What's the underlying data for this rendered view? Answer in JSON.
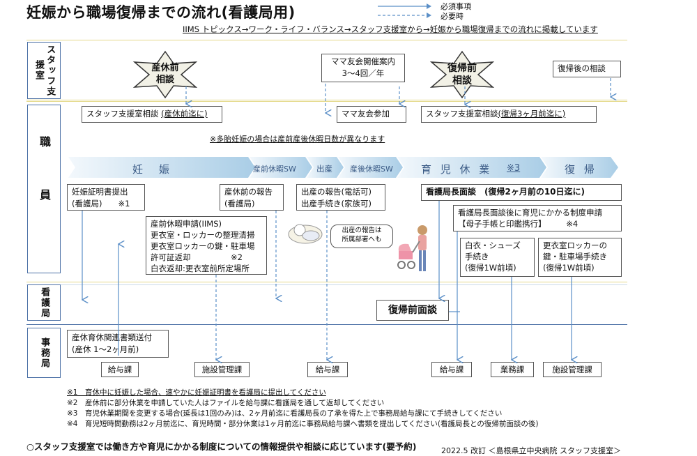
{
  "title": "妊娠から職場復帰までの流れ(看護局用)",
  "legend": {
    "required": "必須事項",
    "as_needed": "必要時"
  },
  "subheader": "IIMS トピックス→ワーク・ライフ・バランス→スタッフ支援室から→妊娠から職場復帰までの流れに掲載しています",
  "rows": {
    "staff": "スタッフ支援室",
    "employee": "職員",
    "nursing": "看護局",
    "office": "事務局"
  },
  "staff_row": {
    "star1": "産休前\n相談",
    "party": "ママ友会開催案内\n3～4回／年",
    "star2": "復帰前\n相談",
    "after": "復帰後の相談"
  },
  "consult1": {
    "prefix": "スタッフ支援室相談",
    "paren": "(産休前迄に)"
  },
  "mama": "ママ友会参加",
  "consult2": {
    "prefix": "スタッフ支援室相談",
    "paren": "(復帰3ヶ月前迄に)"
  },
  "twins_note": "※多胎妊娠の場合は産前産後休暇日数が異なります",
  "phases": {
    "pregnancy": "妊　娠",
    "prenatal": "産前休暇SW",
    "birth": "出産",
    "postnatal": "産後休暇SW",
    "childcare": "育 児 休 業",
    "childcare_ref": "※3",
    "return": "復 帰"
  },
  "boxes": {
    "cert": "妊娠証明書提出\n(看護局)　　※1",
    "leave_app": "産前休暇申請(IIMS)\n更衣室・ロッカーの整理清掃\n更衣室ロッカーの鍵・駐車場\n許可証返却　　　　　※2\n白衣返却:更衣室前所定場所",
    "report": "産休前の報告\n(看護局)",
    "birth_report": "出産の報告(電話可)\n出産手続き(家族可)",
    "bubble": "出産の報告は\n所属部署へも",
    "director": "看護局長面談　(復帰2ヶ月前の10日迄に)",
    "after_director": "看護局長面談後に育児にかかる制度申請\n【母子手帳と印鑑携行】　　　※4",
    "shoes": "白衣・シューズ\n手続き\n(復帰1W前頃)",
    "locker": "更衣室ロッカーの\n鍵・駐車場手続き\n(復帰1W前頃)",
    "pre_return": "復帰前面談",
    "docs": "産休育休関連書類送付\n(産休 1～2ヶ月前)"
  },
  "office_boxes": [
    "給与課",
    "施設管理課",
    "給与課",
    "給与課",
    "業務課",
    "施設管理課"
  ],
  "notes": [
    "※1　育休中に妊娠した場合、速やかに妊娠証明書を看護局に提出してください",
    "※2　産休前に部分休業を申請していた人はファイルを給与課に看護局を通して返却してください",
    "※3　育児休業期間を変更する場合(延長は1回のみ)は、2ヶ月前迄に看護局長の了承を得た上で事務局給与課にて手続きしてください",
    "※4　育児短時間勤務は2ヶ月前迄に、育児時間・部分休業は1ヶ月前迄に事務局給与課へ書類を提出してください(看護局長との復帰前面談の後)"
  ],
  "footer": "○スタッフ支援室では働き方や育児にかかる制度についての情報提供や相談に応じています(要予約)",
  "signature": "2022.5 改訂 ＜島根県立中央病院 スタッフ支援室＞",
  "colors": {
    "accent": "#4a6fa5",
    "arrow": "#5b8fc7",
    "band": "#e4d98a",
    "star": "#f2f1e6",
    "phase_light": "#eaf3fa",
    "phase_dark": "#a9cde6"
  }
}
